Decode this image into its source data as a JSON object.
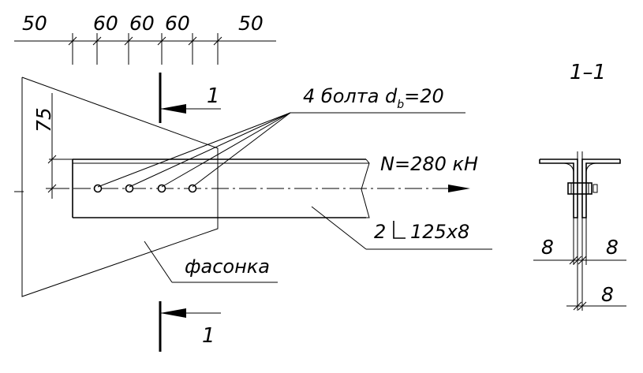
{
  "dimensions_top": [
    "50",
    "60",
    "60",
    "60",
    "50"
  ],
  "dimension_side": "75",
  "bolts": {
    "label_prefix": "4 болта d",
    "label_sub": "b",
    "label_suffix": "=20",
    "count": 4
  },
  "force": "N=280 кН",
  "angle_profile": {
    "count": "2",
    "size": "125x8"
  },
  "gusset_label": "фасонка",
  "section_mark": "1",
  "section_title": "1–1",
  "section_dims": [
    "8",
    "8",
    "8"
  ]
}
